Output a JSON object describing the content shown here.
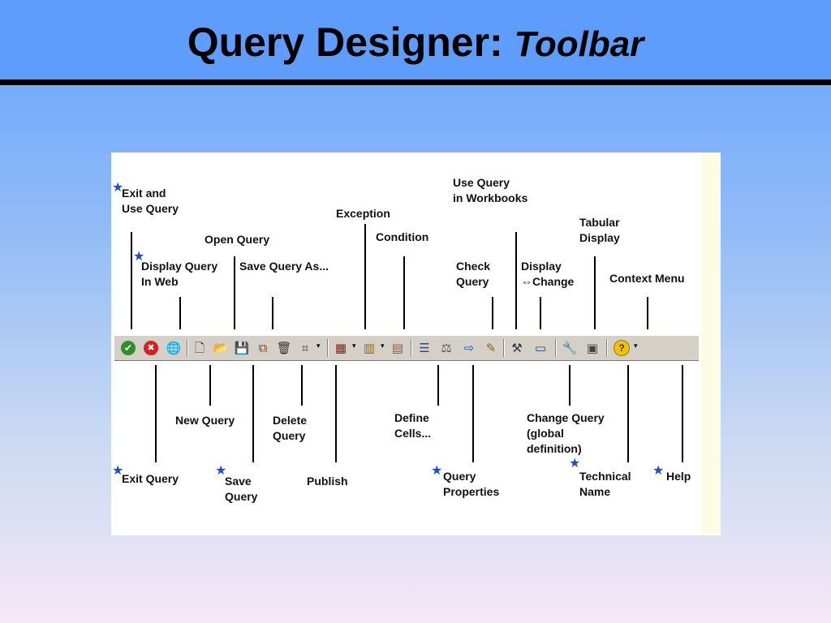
{
  "slide": {
    "title_main": "Query Designer:",
    "title_italic": "Toolbar"
  },
  "labels": {
    "exit_and_use_query_1": "Exit and",
    "exit_and_use_query_2": "Use Query",
    "display_query_in_web_1": "Display Query",
    "display_query_in_web_2": "In Web",
    "open_query": "Open Query",
    "save_query_as": "Save Query As...",
    "exception": "Exception",
    "condition": "Condition",
    "use_query_in_workbooks_1": "Use Query",
    "use_query_in_workbooks_2": "in Workbooks",
    "check_query_1": "Check",
    "check_query_2": "Query",
    "display_change_1": "Display",
    "display_change_2": "⇔Change",
    "tabular_display_1": "Tabular",
    "tabular_display_2": "Display",
    "context_menu": "Context Menu",
    "new_query": "New Query",
    "delete_query_1": "Delete",
    "delete_query_2": "Query",
    "define_cells_1": "Define",
    "define_cells_2": "Cells...",
    "change_query_1": "Change Query",
    "change_query_2": "(global",
    "change_query_3": "definition)",
    "exit_query": "Exit Query",
    "save_query_1": "Save",
    "save_query_2": "Query",
    "publish": "Publish",
    "query_properties_1": "Query",
    "query_properties_2": "Properties",
    "technical_name_1": "Technical",
    "technical_name_2": "Name",
    "help": "Help"
  },
  "icons": {
    "star": "★",
    "exit_and_use": "✔",
    "exit": "✖",
    "display_in_web": "🌐",
    "new": "🗋",
    "open": "📂",
    "save": "💾",
    "save_as": "⧉",
    "delete": "🗑",
    "publish": "⌗",
    "dropdown": "▾",
    "exception": "▦",
    "condition": "▥",
    "define_cells": "▤",
    "query_properties": "☰",
    "check_query": "⚖",
    "use_in_workbooks": "⇨",
    "display_change": "✎",
    "change_query_global": "⚒",
    "tabular_display": "▭",
    "technical_name": "🔧",
    "context_menu": "▣",
    "help": "?"
  },
  "colors": {
    "title_bar": "#5f9dfc",
    "star": "#1f4fc8",
    "toolbar_bg": "#d4d0c8"
  }
}
